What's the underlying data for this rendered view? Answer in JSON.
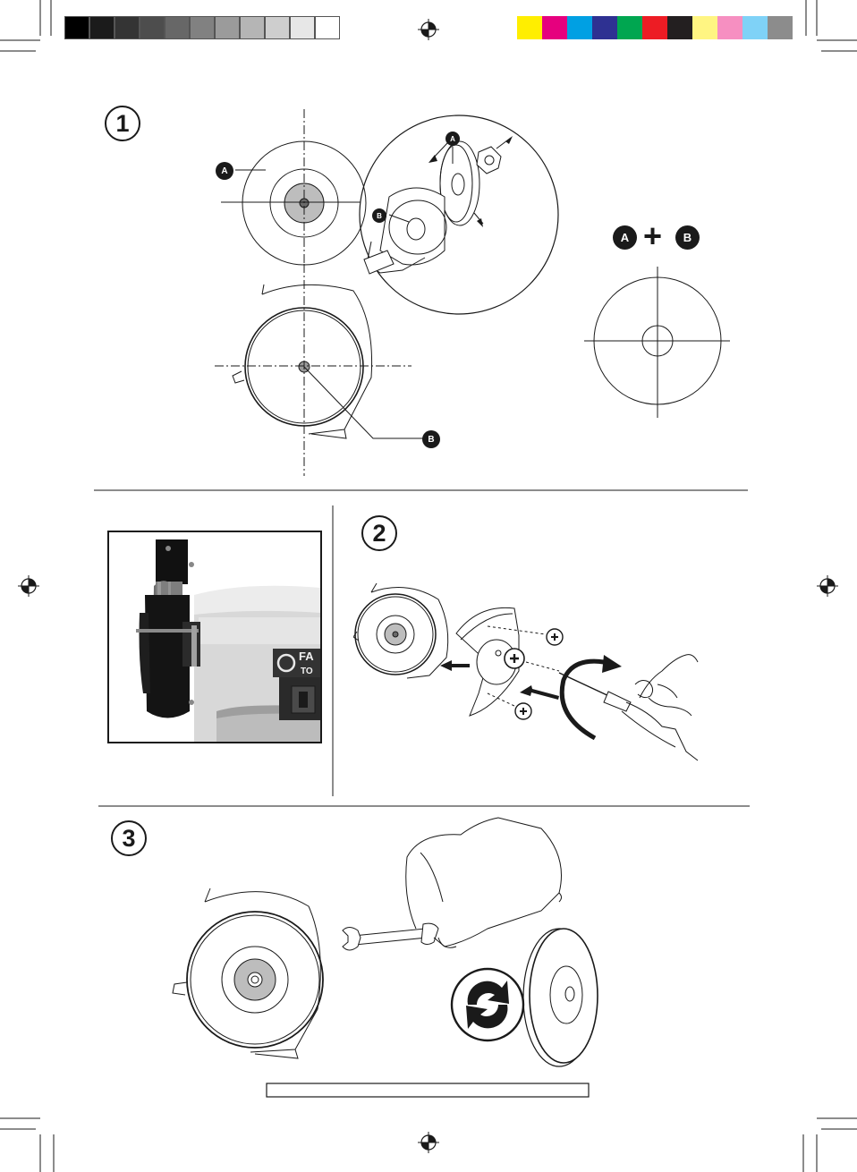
{
  "colors": {
    "gray_strip": [
      "#000000",
      "#1b1b1b",
      "#343434",
      "#4d4d4d",
      "#676767",
      "#818181",
      "#9b9b9b",
      "#b5b5b5",
      "#cecece",
      "#e7e7e7",
      "#ffffff"
    ],
    "cmyk_strip": [
      "#ffee00",
      "#e6007e",
      "#00a0e3",
      "#2e3192",
      "#00a650",
      "#ed1c24",
      "#231f20",
      "#fff582",
      "#f68fc1",
      "#7fd2f7",
      "#8c8c8c"
    ],
    "ink": "#1a1a1a",
    "wheel_gray": "#bdbdbd"
  },
  "steps": {
    "step1": {
      "number": "1"
    },
    "step2": {
      "number": "2"
    },
    "step3": {
      "number": "3"
    }
  },
  "callouts": {
    "a": "A",
    "b": "B",
    "a_small": "A",
    "b_small": "B",
    "b_lower": "B",
    "legend_a": "A",
    "legend_b": "B",
    "legend_plus": "+"
  },
  "photo": {
    "brand_line1": "FA",
    "brand_line2": "TO"
  },
  "icons": {
    "registration": "crosshair-registration-mark",
    "rotate": "rotate-arrows-icon",
    "rotate_arrow": "curved-arrow-icon"
  }
}
